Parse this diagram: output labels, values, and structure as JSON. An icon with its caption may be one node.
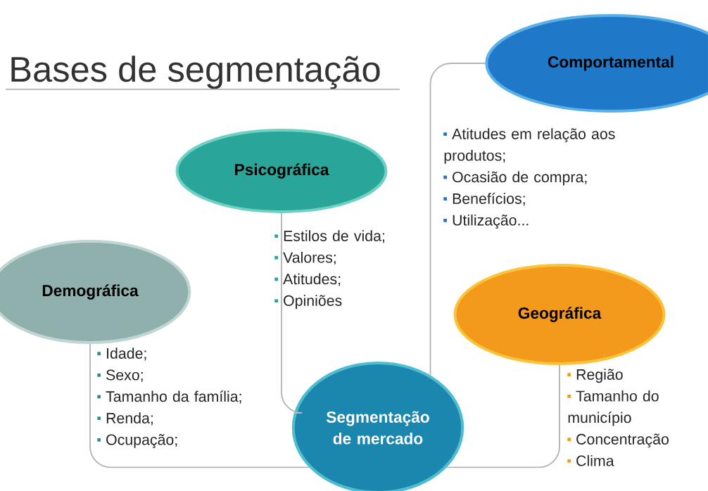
{
  "diagram": {
    "title": "Bases de segmentação",
    "nodes": [
      {
        "text": [
          "Comportamental"
        ],
        "beside": [
          "Atitudes em relação aos produtos;",
          "Ocasião de compra;",
          "Benefícios;",
          "Utilização..."
        ]
      },
      {
        "text": [
          "Psicográfica"
        ],
        "beside": [
          "Estilos de vida;",
          "Valores;",
          "Atitudes;",
          "Opiniões"
        ]
      },
      {
        "text": [
          "Demográfica"
        ],
        "beside": [
          "Idade;",
          "Sexo;",
          "Tamanho da família;",
          "Renda;",
          "Ocupação;"
        ]
      },
      {
        "text": [
          "Geográfica"
        ],
        "beside": [
          "Região",
          "Tamanho do município",
          "Concentração",
          "Clima"
        ]
      },
      {
        "text": [
          "Segmentação de mercado"
        ]
      }
    ],
    "edges": [
      {
        "from": 0,
        "to": 4,
        "arrow": "none"
      },
      {
        "from": 1,
        "to": 4,
        "arrow": "none"
      },
      {
        "from": 2,
        "to": 4,
        "arrow": "none"
      },
      {
        "from": 3,
        "to": 4,
        "arrow": "none"
      }
    ]
  }
}
